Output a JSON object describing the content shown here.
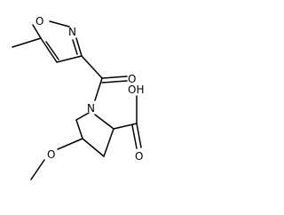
{
  "molecule": {
    "atoms": {
      "ring_o": "O",
      "ring_n": "N",
      "carbonyl_o": "O",
      "pyrrolidine_n": "N",
      "acid_oh": "OH",
      "acid_o": "O",
      "methoxy_o": "O"
    }
  },
  "colors": {
    "bond": "#000000",
    "label": "#000000",
    "background": "#ffffff"
  }
}
